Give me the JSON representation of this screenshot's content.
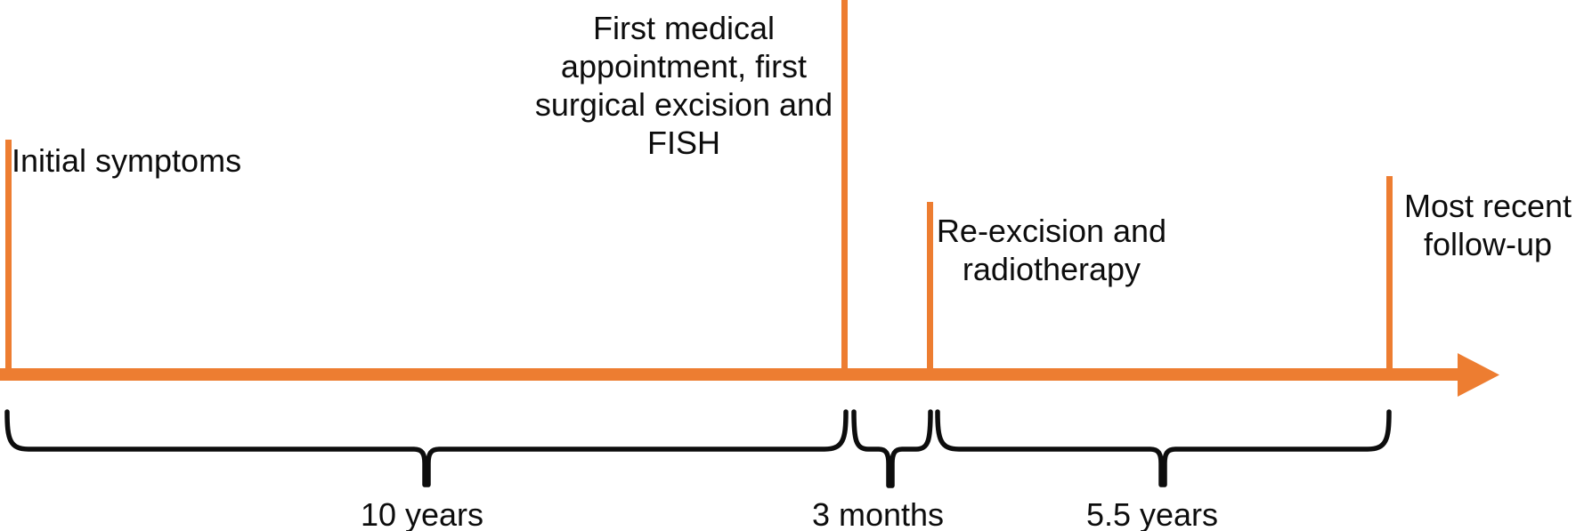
{
  "diagram": {
    "type": "timeline",
    "colors": {
      "timeline_accent": "#ED7D31",
      "text": "#0d0d0d",
      "brace": "#0d0d0d",
      "background": "#ffffff"
    },
    "events": [
      {
        "name": "initial-symptoms",
        "label": "Initial symptoms"
      },
      {
        "name": "first-medical-appointment",
        "label": "First medical\nappointment, first\nsurgical excision and\nFISH"
      },
      {
        "name": "re-excision-radiotherapy",
        "label": "Re-excision and\nradiotherapy"
      },
      {
        "name": "most-recent-follow-up",
        "label": "Most recent\nfollow-up"
      }
    ],
    "intervals": [
      {
        "name": "interval-1",
        "label": "10 years"
      },
      {
        "name": "interval-2",
        "label": "3 months"
      },
      {
        "name": "interval-3",
        "label": "5.5 years"
      }
    ]
  }
}
